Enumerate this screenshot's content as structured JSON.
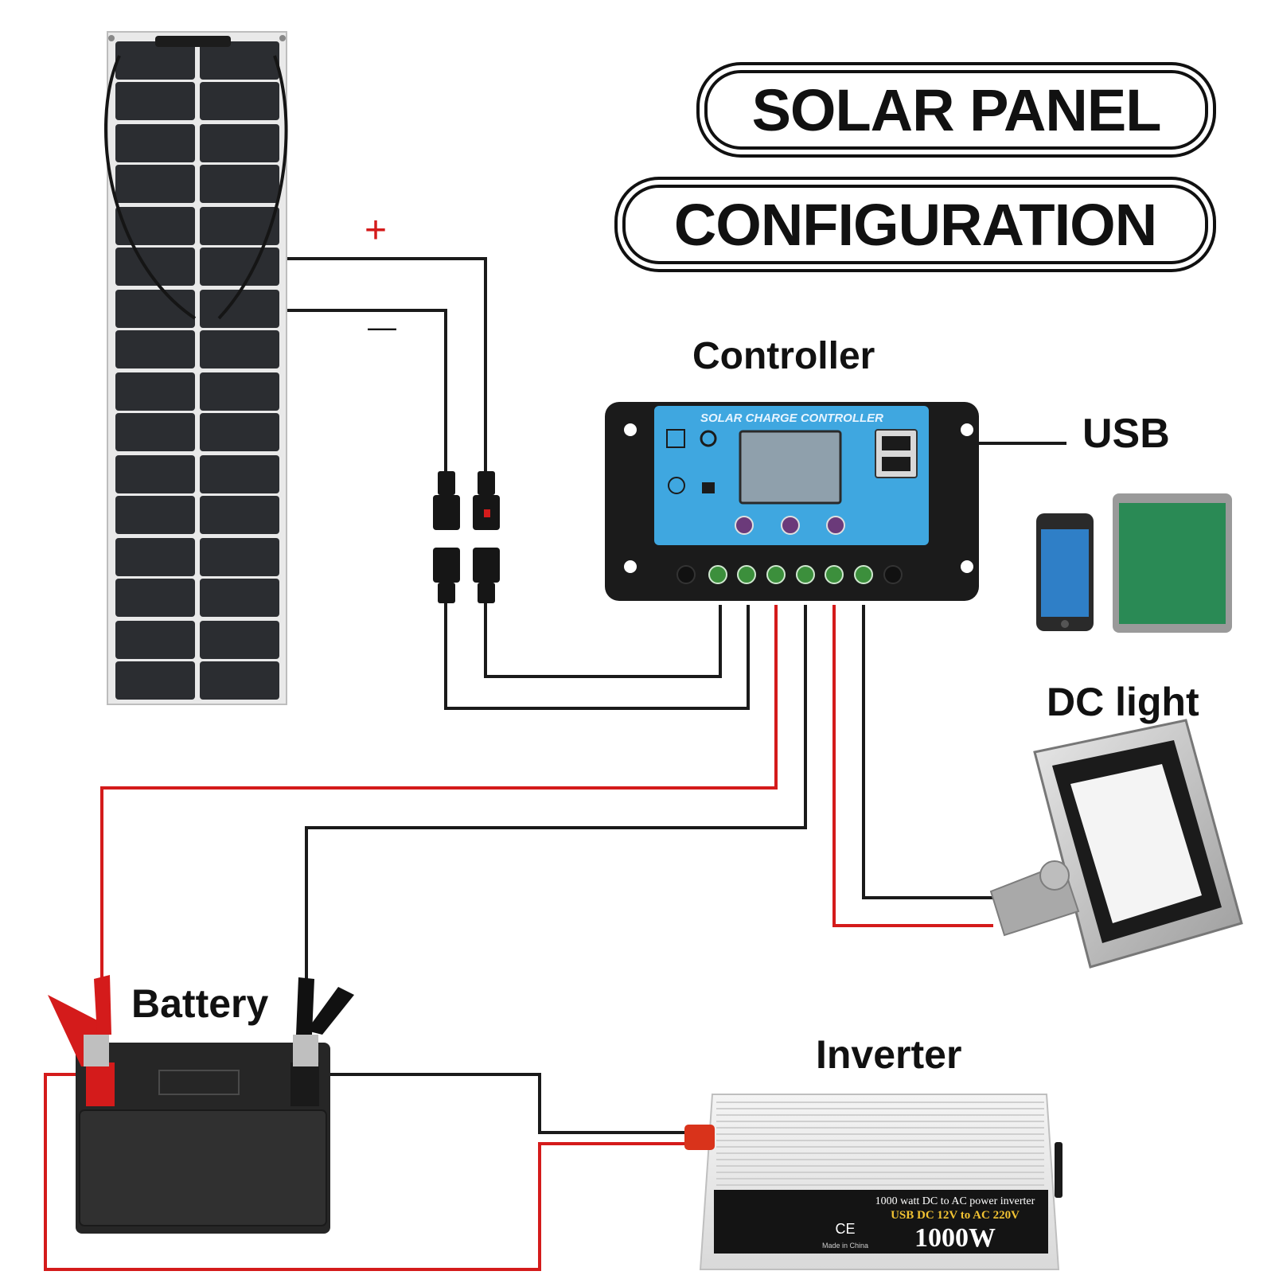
{
  "title": {
    "line1": "SOLAR PANEL",
    "line2": "CONFIGURATION"
  },
  "labels": {
    "plus": "+",
    "minus": "—",
    "controller": "Controller",
    "usb": "USB",
    "dc_light": "DC light",
    "battery": "Battery",
    "inverter": "Inverter"
  },
  "controller_face": {
    "header": "SOLAR CHARGE CONTROLLER"
  },
  "inverter_face": {
    "line1": "1000 watt DC to AC power inverter",
    "line2": "USB DC 12V to AC 220V",
    "line3": "1000W",
    "ce": "CE",
    "made": "Made in China"
  },
  "colors": {
    "wire_black": "#1a1a1a",
    "wire_red": "#d41b1b",
    "controller_blue": "#3fa7e0",
    "panel_cell": "#2b2d31"
  },
  "icons": [
    "solar-panel",
    "charge-controller",
    "smartphone",
    "tablet",
    "flood-light",
    "battery",
    "alligator-clip",
    "power-inverter",
    "mc4-connector"
  ]
}
